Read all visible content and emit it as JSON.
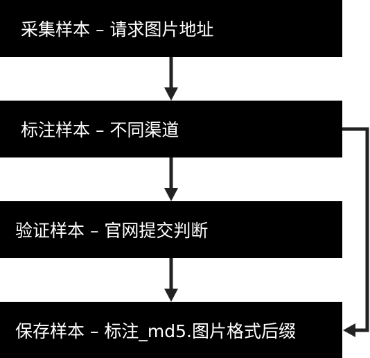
{
  "diagram": {
    "steps": [
      {
        "label": "采集样本 – 请求图片地址"
      },
      {
        "label": "标注样本 – 不同渠道"
      },
      {
        "label": "验证样本 – 官网提交判断"
      },
      {
        "label": "保存样本 – 标注_md5.图片格式后缀"
      }
    ],
    "colors": {
      "box_fill": "#000000",
      "box_text": "#ffffff",
      "arrow": "#222222",
      "background": "#ffffff"
    }
  }
}
